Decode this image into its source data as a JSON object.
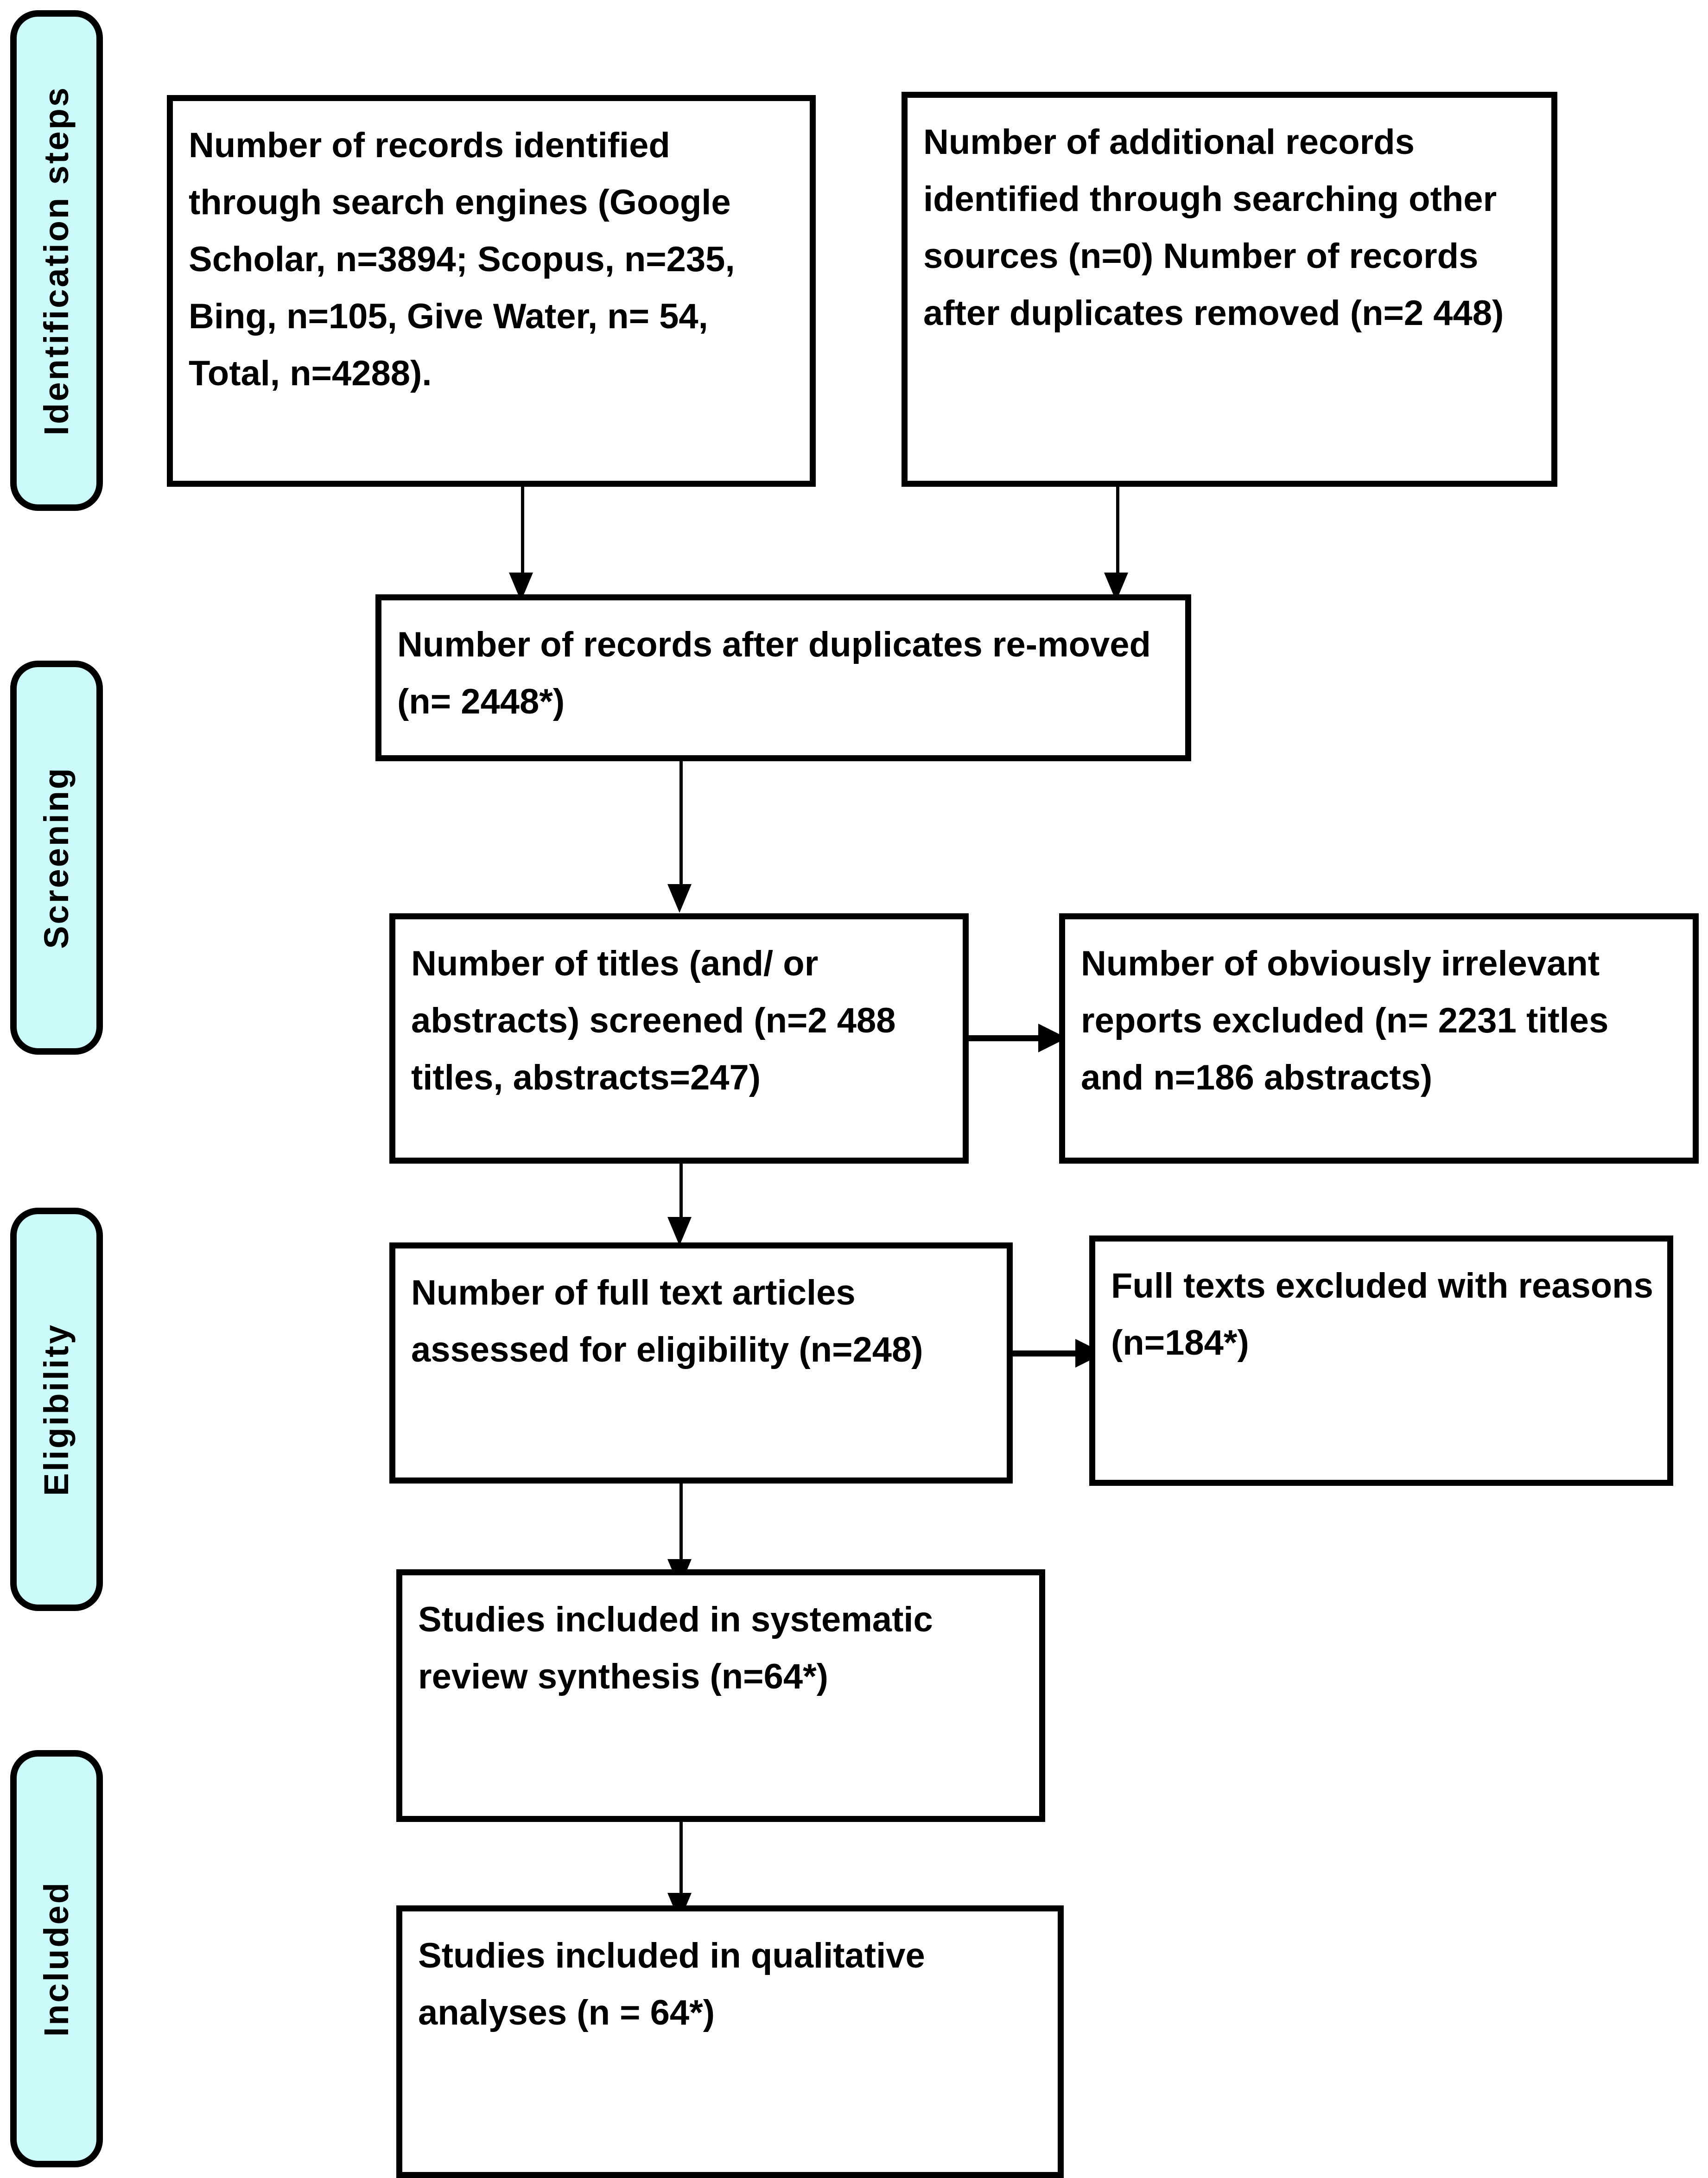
{
  "figure": {
    "type": "prisma-flow-diagram",
    "background_color": "#ffffff",
    "accent_color": "#ccf9f9",
    "line_color": "#000000"
  },
  "stages": [
    {
      "id": "identification",
      "label": "Identification steps"
    },
    {
      "id": "screening",
      "label": "Screening"
    },
    {
      "id": "eligibility",
      "label": "Eligibility"
    },
    {
      "id": "included",
      "label": "Included"
    }
  ],
  "boxes": {
    "records_identified": {
      "text": "Number of records identified through search engines (Google Scholar, n=3894; Scopus, n=235, Bing, n=105, Give Water, n= 54, Total, n=4288)."
    },
    "additional_records": {
      "text": "Number of additional records identified through searching other sources (n=0) Number of records after duplicates removed (n=2 448)"
    },
    "after_duplicates": {
      "text": "Number of records after duplicates re-moved (n= 2448*)"
    },
    "titles_screened": {
      "text": "Number of titles (and/ or abstracts) screened (n=2 488 titles, abstracts=247)"
    },
    "irrelevant_excluded": {
      "text": "Number of obviously irrelevant reports excluded (n= 2231 titles and n=186 abstracts)"
    },
    "full_text_assessed": {
      "text": "Number of full text articles assessed for eligibility (n=248)"
    },
    "full_text_excluded": {
      "text": "Full texts excluded with reasons (n=184*)"
    },
    "included_systematic": {
      "text": "Studies included in  systematic review synthesis (n=64*)"
    },
    "included_qualitative": {
      "text": "Studies included in  qualitative    analyses (n = 64*)"
    }
  },
  "counts": {
    "google_scholar": 3894,
    "scopus": 235,
    "bing": 105,
    "give_water": 54,
    "total_identified": 4288,
    "additional_sources": 0,
    "after_duplicates": 2448,
    "titles_screened": 2488,
    "abstracts_screened": 247,
    "titles_excluded": 2231,
    "abstracts_excluded": 186,
    "full_text_assessed": 248,
    "full_text_excluded": 184,
    "included_systematic_review": 64,
    "included_qualitative": 64
  }
}
